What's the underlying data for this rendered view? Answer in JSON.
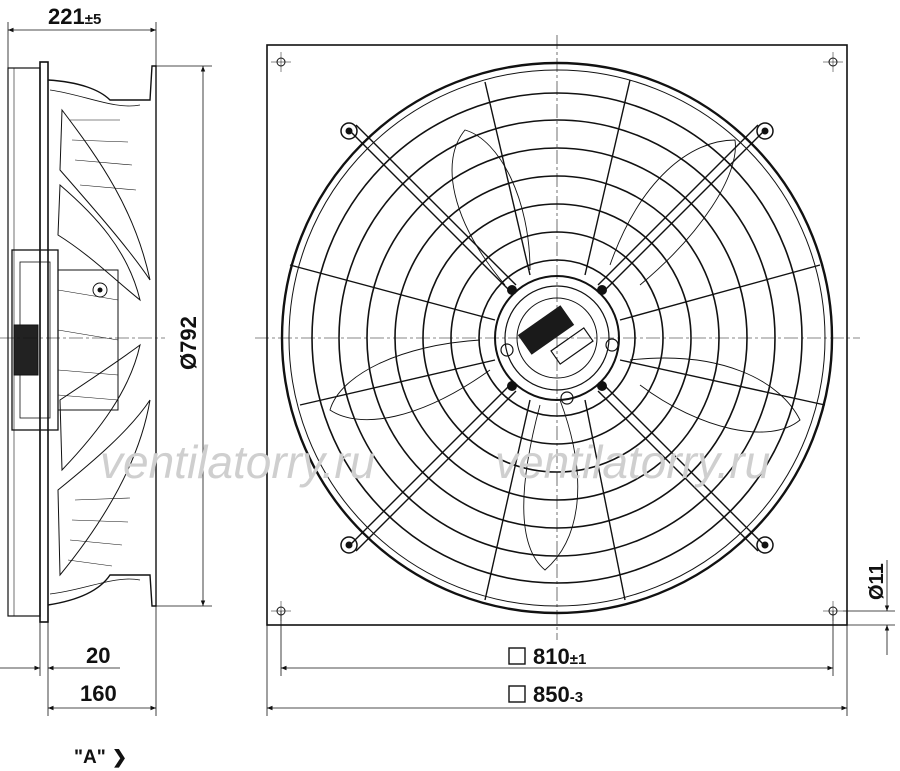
{
  "dimensions": {
    "depth_total": {
      "value": "221",
      "tol": "±5"
    },
    "diameter": "Ø792",
    "flange_depth": "20",
    "body_depth": "160",
    "hole_diameter": "Ø11",
    "hole_spacing": {
      "value": "810",
      "tol": "±1"
    },
    "plate_size": {
      "value": "850",
      "tol": "-3"
    }
  },
  "view_label": "\"A\"",
  "view_arrow": "❯",
  "watermark": "ventilatorry.ru",
  "colors": {
    "line": "#111111",
    "watermark": "#cfcfcf"
  }
}
